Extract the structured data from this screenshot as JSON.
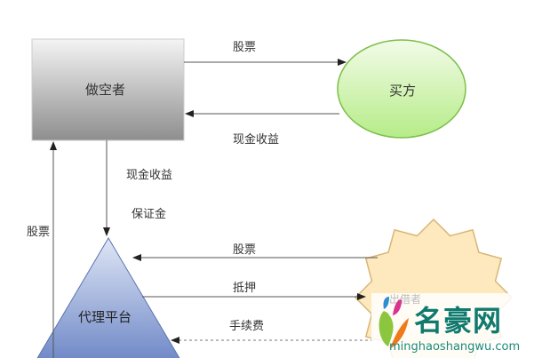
{
  "nodes": {
    "shorter": "做空者",
    "buyer": "买方",
    "platform": "代理平台",
    "lender": "出借者"
  },
  "edges": {
    "stock_to_buyer": "股票",
    "cash_from_buyer": "现金收益",
    "cash_to_platform": "现金收益",
    "margin_to_platform": "保证金",
    "stock_to_shorter": "股票",
    "stock_from_lender": "股票",
    "collateral": "抵押",
    "fee": "手续费"
  },
  "watermark": {
    "name": "名豪网",
    "url": "minghaoshangwu.com"
  }
}
